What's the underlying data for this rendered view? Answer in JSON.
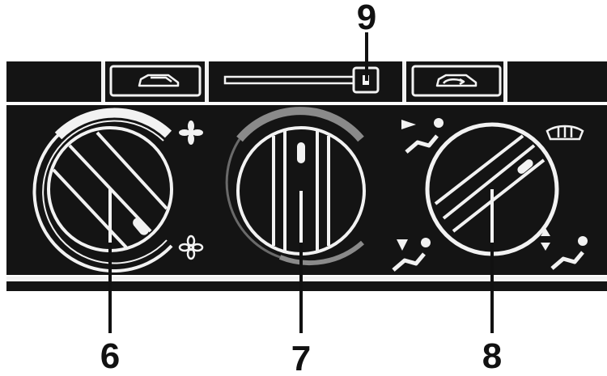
{
  "callouts": {
    "fan_control": "6",
    "temperature_control": "7",
    "air_distribution_control": "8",
    "recirculation_slider": "9"
  },
  "colors": {
    "panel": "#141414",
    "line": "#f2f2f2",
    "temperature_warm_arc": "#8a8a8a",
    "temperature_cool_arc": "#6a6a6a",
    "background": "#ffffff"
  },
  "icons": {
    "fan_high": "fan-high-icon",
    "fan_low": "fan-low-icon",
    "fresh_air": "fresh-air-car-icon",
    "recirculation": "recirculation-car-icon",
    "defrost": "windshield-defrost-icon",
    "vent_face": "face-vent-icon",
    "vent_feet": "feet-vent-icon",
    "vent_face_feet": "face-and-feet-vent-icon"
  }
}
